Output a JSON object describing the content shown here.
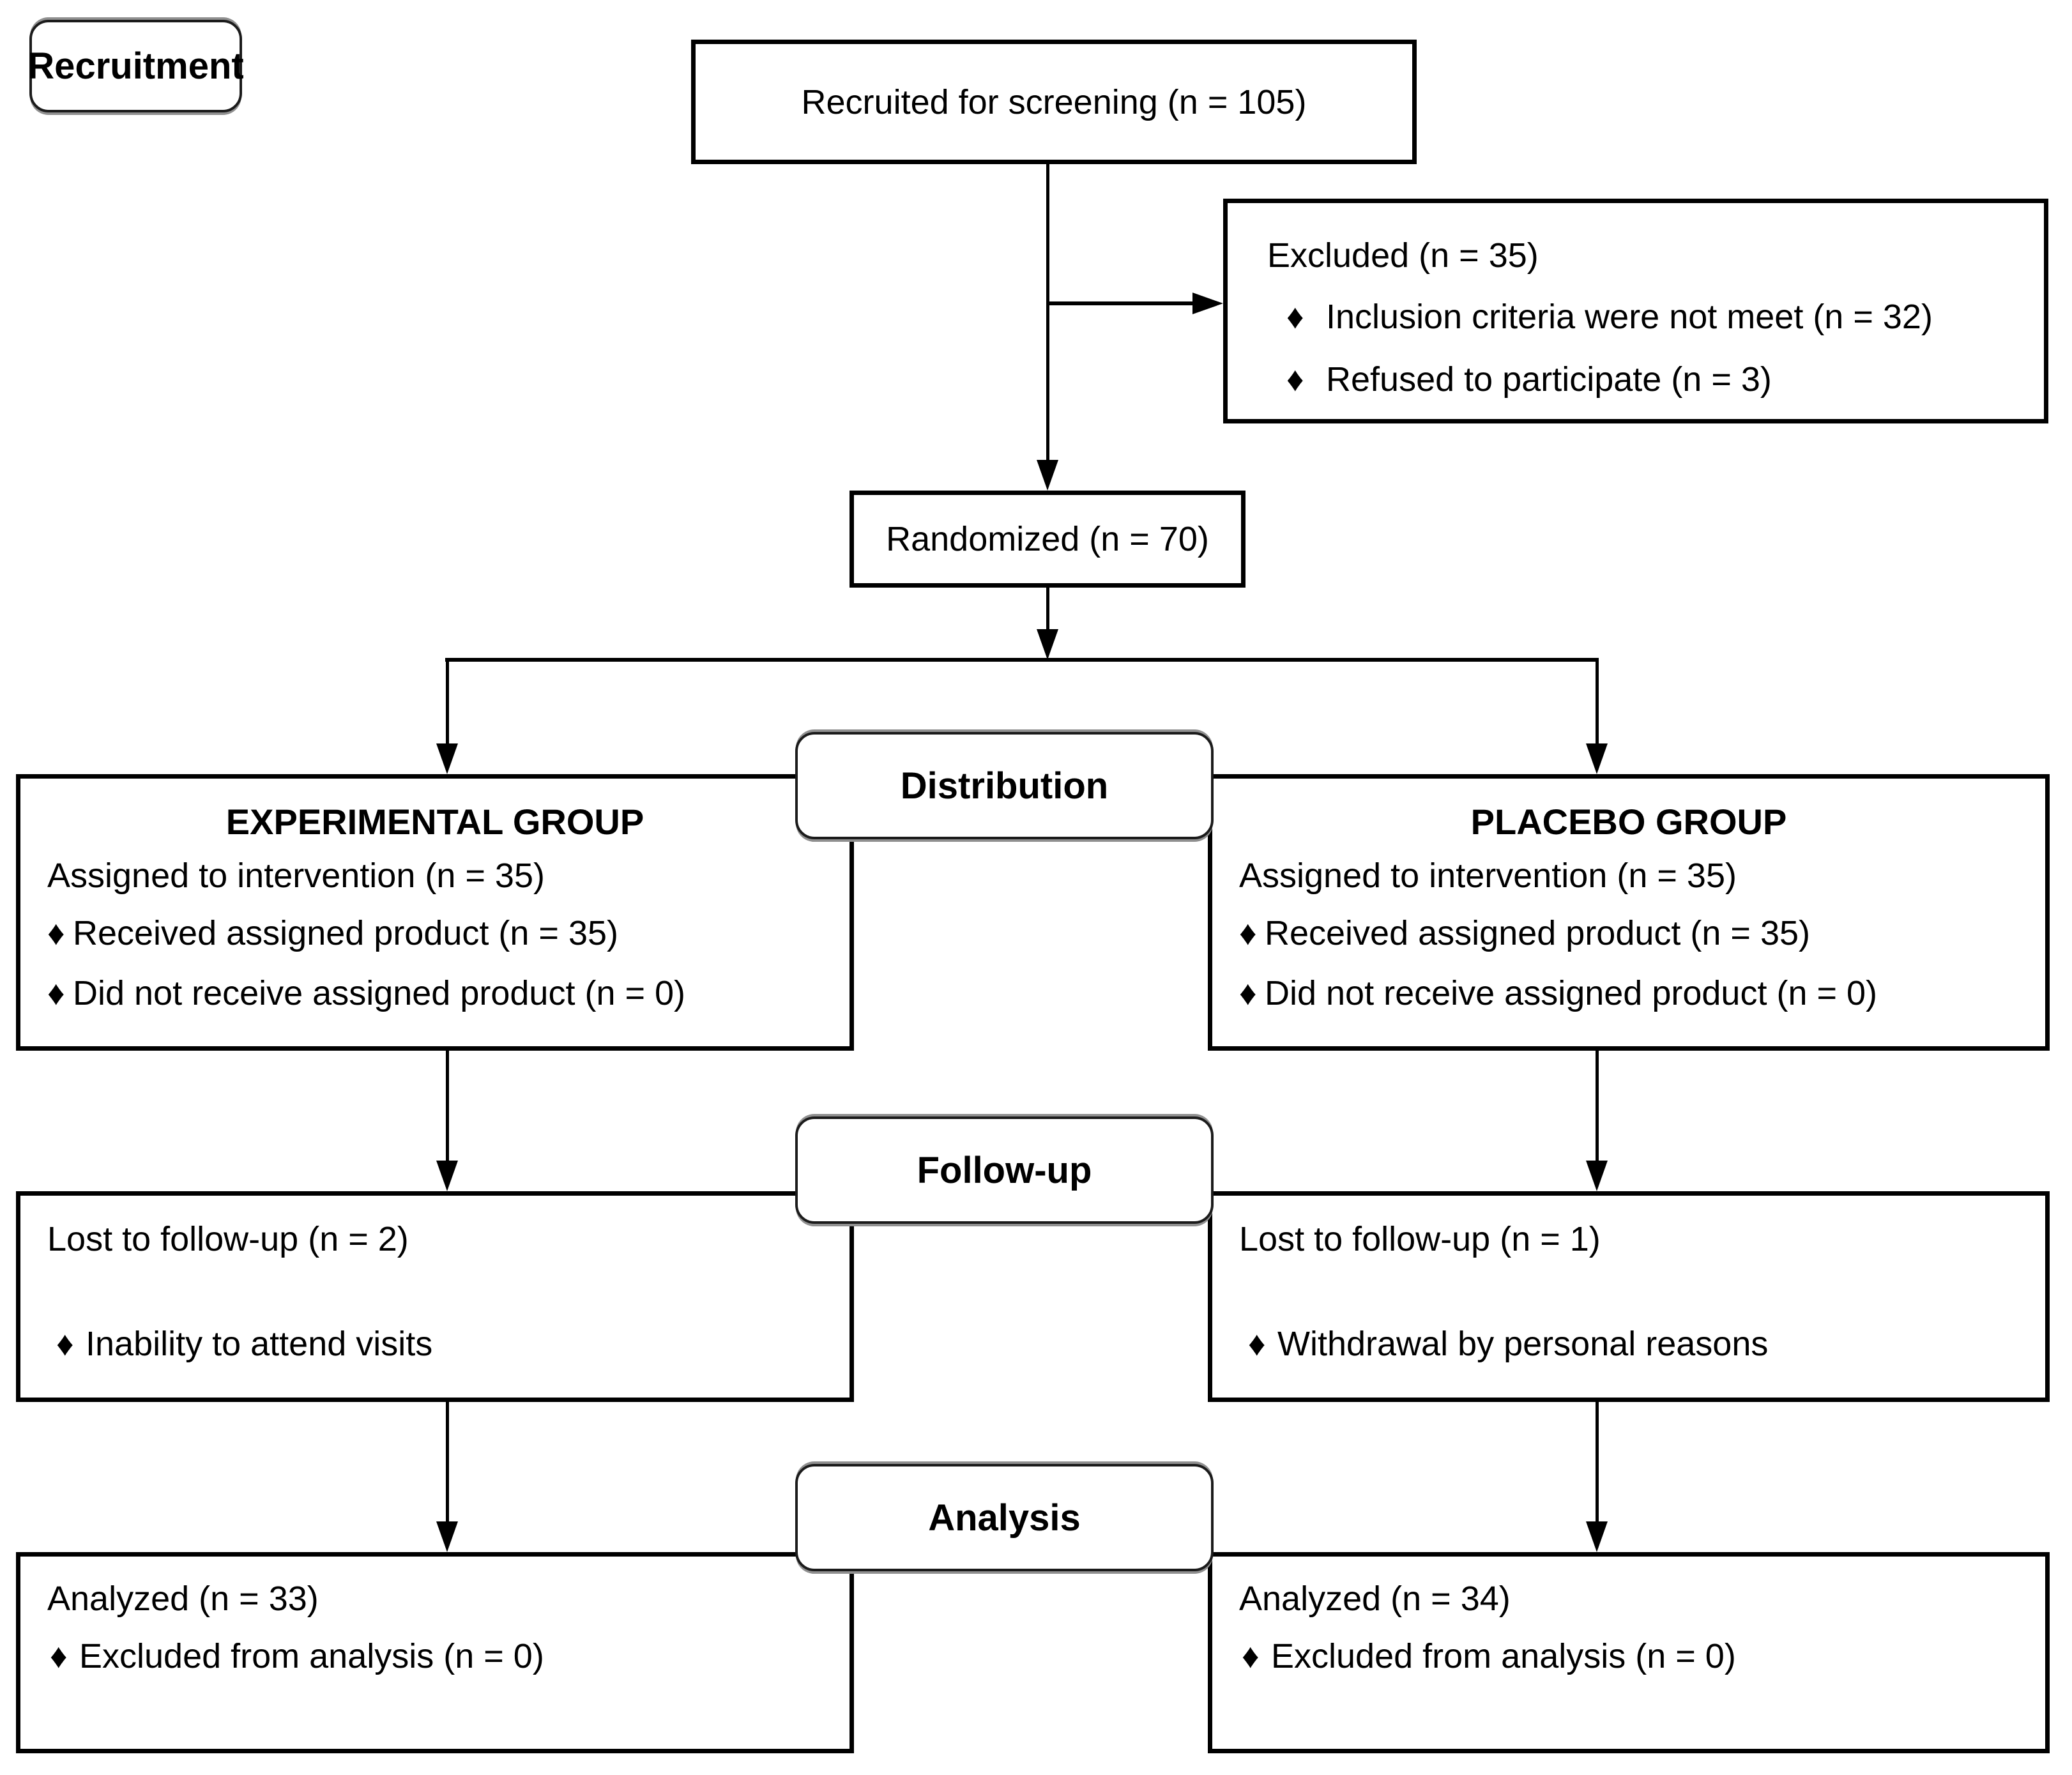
{
  "colors": {
    "ink": "#000000",
    "paper": "#ffffff"
  },
  "glyphs": {
    "bullet": "♦"
  },
  "stages": {
    "recruitment": "Recruitment",
    "distribution": "Distribution",
    "followup": "Follow-up",
    "analysis": "Analysis"
  },
  "recruited": {
    "text": "Recruited for screening (n = 105)"
  },
  "excluded": {
    "title": "Excluded (n = 35)",
    "bullets": [
      "Inclusion criteria were not meet (n = 32)",
      "Refused to participate (n = 3)"
    ]
  },
  "randomized": {
    "text": "Randomized (n = 70)"
  },
  "experimental": {
    "title": "EXPERIMENTAL GROUP",
    "assigned": "Assigned to intervention (n = 35)",
    "bullets": [
      "Received assigned product (n = 35)",
      "Did not receive assigned product (n = 0)"
    ]
  },
  "placebo": {
    "title": "PLACEBO GROUP",
    "assigned": "Assigned to intervention (n = 35)",
    "bullets": [
      "Received assigned product (n = 35)",
      "Did not receive assigned product (n = 0)"
    ]
  },
  "followup_left": {
    "line": "Lost to follow-up (n = 2)",
    "bullets": [
      "Inability to attend visits"
    ]
  },
  "followup_right": {
    "line": "Lost to follow-up (n = 1)",
    "bullets": [
      "Withdrawal by personal reasons"
    ]
  },
  "analysis_left": {
    "line": "Analyzed (n = 33)",
    "bullets": [
      "Excluded from analysis (n = 0)"
    ]
  },
  "analysis_right": {
    "line": "Analyzed (n = 34)",
    "bullets": [
      "Excluded from analysis (n = 0)"
    ]
  }
}
